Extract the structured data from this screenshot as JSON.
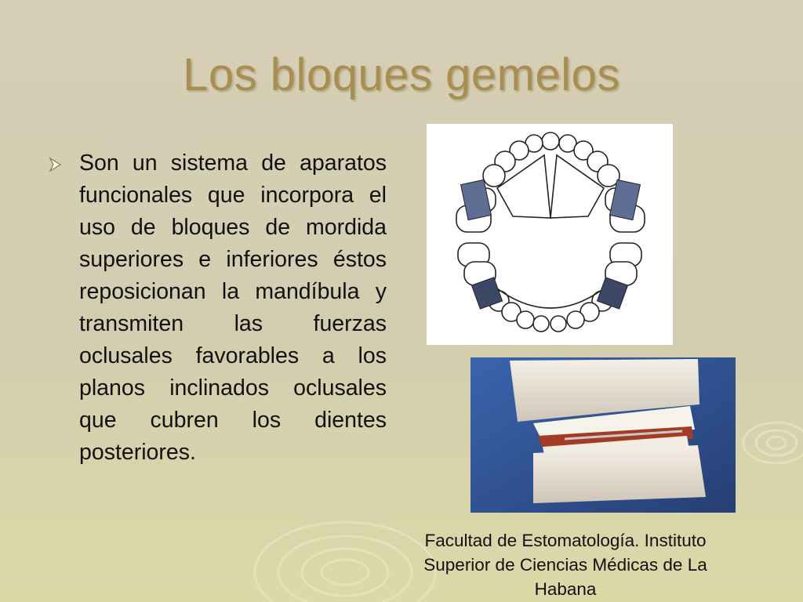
{
  "slide": {
    "title": "Los bloques gemelos",
    "bullet_text": "Son un sistema de aparatos funcionales que incorpora el uso de bloques de mordida superiores e inferiores éstos reposicionan la mandíbula y transmiten las fuerzas oclusales favorables a los planos inclinados oclusales que cubren los dientes posteriores.",
    "caption": "Facultad de Estomatología. Instituto Superior de Ciencias Médicas de La Habana"
  },
  "colors": {
    "title": "#a98e52",
    "background": "#d6cfb6",
    "photo_background": "#34589a"
  },
  "icons": {
    "bullet": "arrow-bullet-icon"
  }
}
